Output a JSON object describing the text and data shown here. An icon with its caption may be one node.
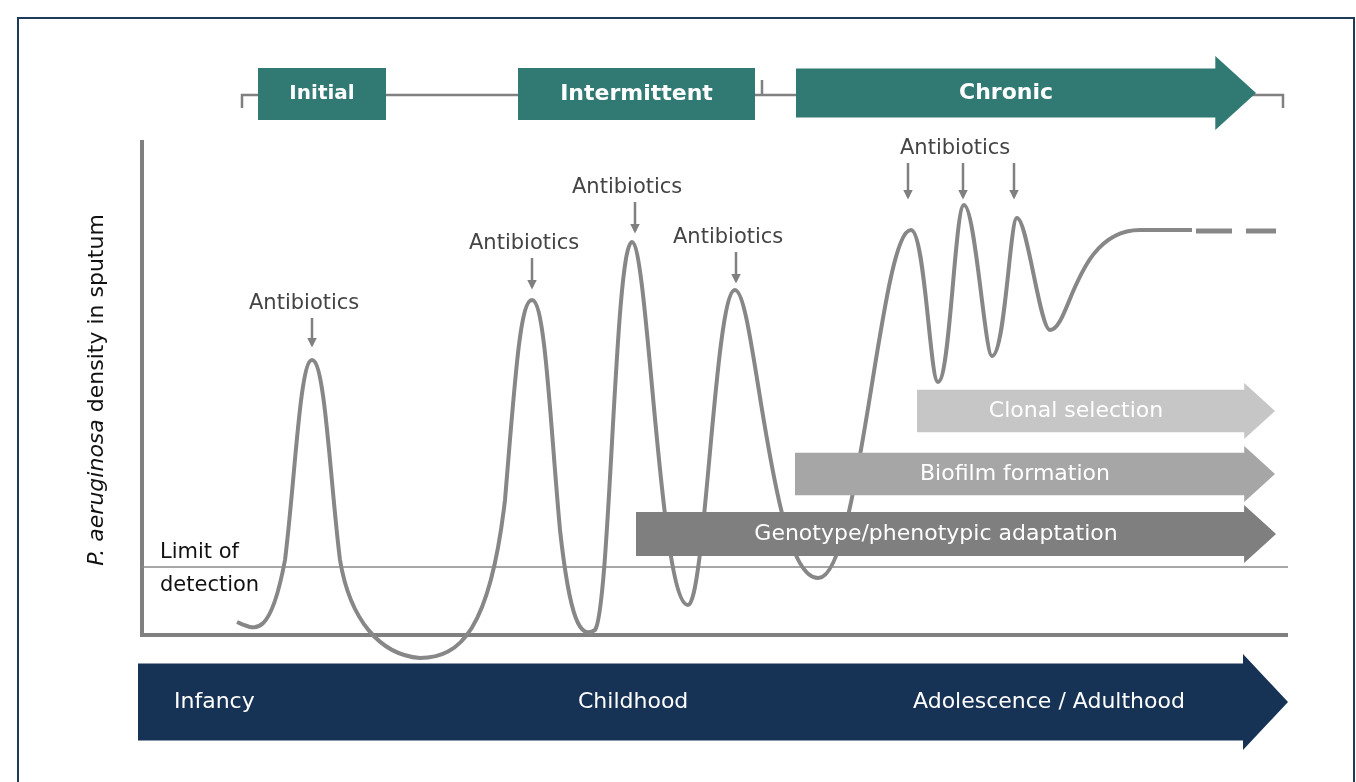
{
  "diagram": {
    "nodes": [
      {
        "text": [
          "Initial"
        ]
      },
      {
        "text": [
          "Intermittent"
        ]
      },
      {
        "text": [
          "Chronic"
        ]
      },
      {
        "text": [
          "Antibiotics"
        ]
      },
      {
        "text": [
          "Antibiotics"
        ]
      },
      {
        "text": [
          "Antibiotics"
        ]
      },
      {
        "text": [
          "Antibiotics"
        ]
      },
      {
        "text": [
          "Antibiotics"
        ]
      },
      {
        "text": [
          "Clonal selection"
        ]
      },
      {
        "text": [
          "Biofilm formation"
        ]
      },
      {
        "text": [
          "Genotype/phenotypic adaptation"
        ]
      },
      {
        "text": [
          "Infancy",
          "Childhood",
          "Adolescence / Adulthood"
        ]
      }
    ],
    "edges": [
      {
        "from": 3,
        "to": null,
        "arrow": "to"
      },
      {
        "from": 4,
        "to": null,
        "arrow": "to"
      },
      {
        "from": 5,
        "to": null,
        "arrow": "to"
      },
      {
        "from": 6,
        "to": null,
        "arrow": "to"
      },
      {
        "from": 7,
        "to": null,
        "arrow": "to"
      },
      {
        "from": 7,
        "to": null,
        "arrow": "to"
      },
      {
        "from": 7,
        "to": null,
        "arrow": "to"
      }
    ],
    "labels": [
      "Limit of detection",
      "*P. aeruginosa* density in sputum"
    ]
  }
}
